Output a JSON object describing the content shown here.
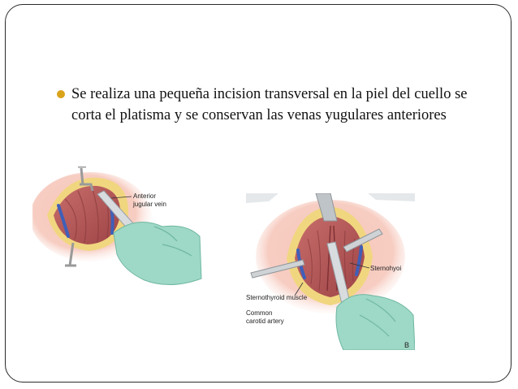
{
  "slide": {
    "bullet_text": "Se realiza una pequeña incision transversal en la piel del cuello se corta el platisma y se conservan las venas yugulares anteriores"
  },
  "figures": {
    "left": {
      "labels": {
        "anterior_jugular_vein": "Anterior\njugular vein"
      }
    },
    "right": {
      "labels": {
        "sternohyoid": "Sternohyoi",
        "sternothyroid_muscle": "Sternothyroid muscle",
        "common_carotid_artery": "Common\ncarotid artery",
        "figure_letter": "B"
      }
    }
  },
  "colors": {
    "bullet": "#d9a31a",
    "muscle": "#b85a5a",
    "skin_glow": "#f4b4a8",
    "glove": "#9ed8c6",
    "vein": "#3f5fb8",
    "fat": "#f1d680"
  },
  "icons": [
    "bullet-dot"
  ]
}
